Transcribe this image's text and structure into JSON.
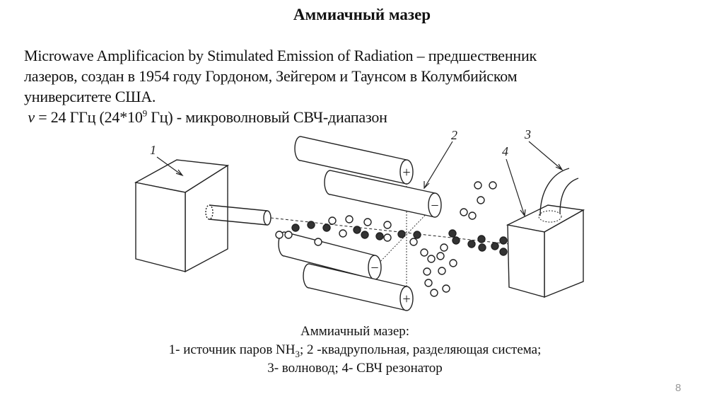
{
  "slide": {
    "title": "Аммиачный мазер",
    "body_lines": [
      "Microwave Amplificacion by Stimulated Emission of Radiation – предшественник",
      "лазеров, создан в 1954 году Гордоном, Зейгером и Таунсом в Колумбийском",
      "университете США."
    ],
    "formula": {
      "symbol": "ν",
      "text_before": " = 24 ГГц (24*10",
      "exponent": "9",
      "text_after": " Гц) - микроволновый СВЧ-диапазон"
    },
    "diagram_labels": [
      "1",
      "2",
      "3",
      "4"
    ],
    "electrode_signs": [
      "+",
      "−",
      "−",
      "+"
    ],
    "caption": {
      "line1": "Аммиачный мазер:",
      "line2_before": "1- источник паров NH",
      "line2_sub": "3",
      "line2_after": "; 2 -квадрупольная, разделяющая система;",
      "line3": "3- волновод; 4- СВЧ резонатор"
    },
    "page_number": "8"
  }
}
